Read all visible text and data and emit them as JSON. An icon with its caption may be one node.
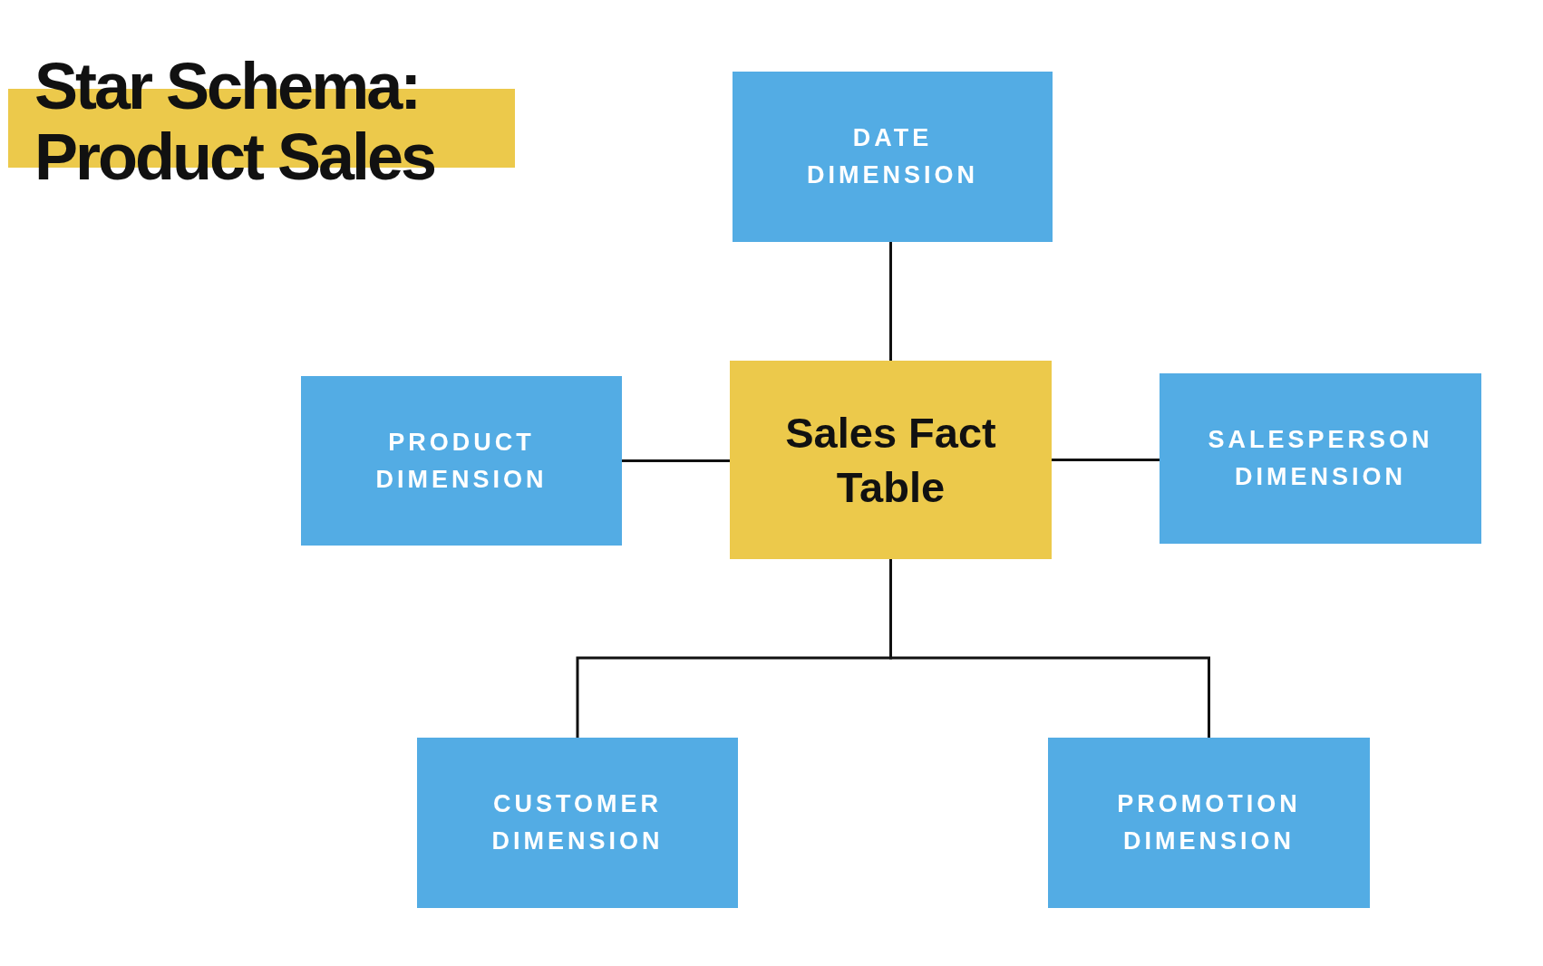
{
  "diagram": {
    "title": "Star Schema: Product Sales",
    "nodes": [
      {
        "text": [
          "DATE DIMENSION"
        ]
      },
      {
        "text": [
          "PRODUCT DIMENSION"
        ]
      },
      {
        "text": [
          "Sales Fact Table"
        ]
      },
      {
        "text": [
          "SALESPERSON DIMENSION"
        ]
      },
      {
        "text": [
          "CUSTOMER DIMENSION"
        ]
      },
      {
        "text": [
          "PROMOTION DIMENSION"
        ]
      }
    ],
    "edges": [
      {
        "from": 2,
        "to": 0,
        "arrow": "none"
      },
      {
        "from": 1,
        "to": 2,
        "arrow": "none"
      },
      {
        "from": 2,
        "to": 3,
        "arrow": "none"
      },
      {
        "from": 2,
        "to": 4,
        "arrow": "none"
      },
      {
        "from": 2,
        "to": 5,
        "arrow": "none"
      }
    ]
  }
}
